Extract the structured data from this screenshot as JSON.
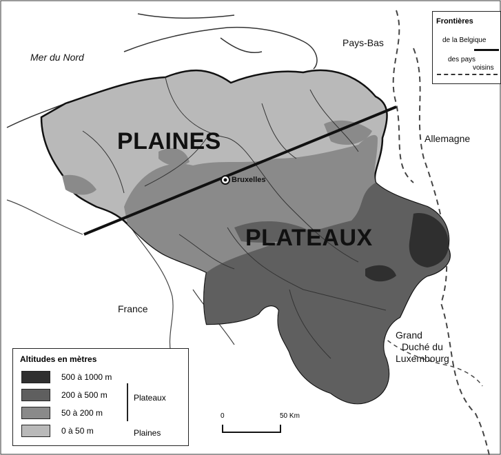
{
  "map": {
    "labels": {
      "sea": "Mer du Nord",
      "netherlands": "Pays-Bas",
      "germany": "Allemagne",
      "france": "France",
      "luxembourg": [
        "Grand",
        "Duché du",
        "Luxembourg"
      ],
      "plaines": "PLAINES",
      "plateaux": "PLATEAUX",
      "capital": "Bruxelles"
    }
  },
  "legend_altitude": {
    "title": "Altitudes en mètres",
    "classes": [
      {
        "label": "500 à 1000 m",
        "color": "#2f2f2f"
      },
      {
        "label": "200 à 500 m",
        "color": "#5f5f5f"
      },
      {
        "label": "50 à 200 m",
        "color": "#8a8a8a"
      },
      {
        "label": "0 à 50 m",
        "color": "#b9b9b9"
      }
    ],
    "group_plateaux": "Plateaux",
    "group_plaines": "Plaines"
  },
  "legend_borders": {
    "title": "Frontières",
    "belgium": "de la Belgique",
    "neighbors_line1": "des pays",
    "neighbors_line2": "voisins"
  },
  "scale": {
    "start": "0",
    "end": "50 Km"
  }
}
